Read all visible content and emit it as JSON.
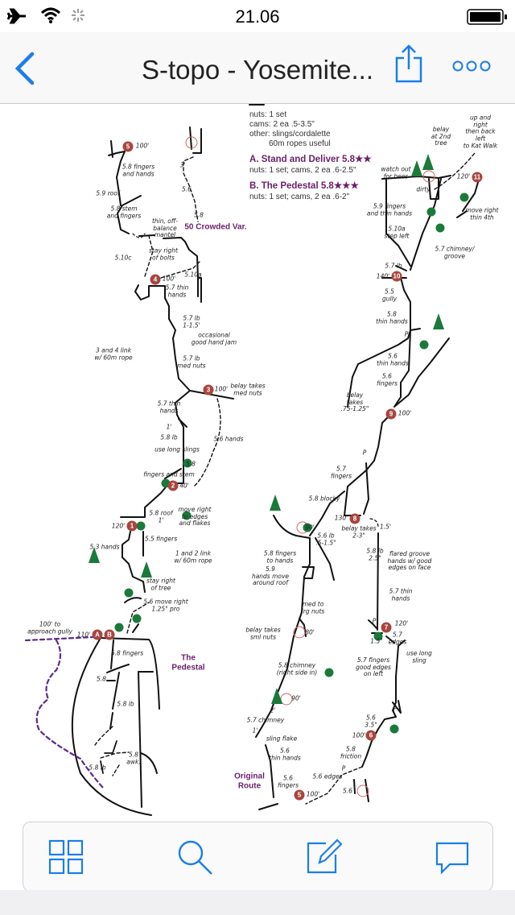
{
  "status_bar": {
    "time": "21.06"
  },
  "nav": {
    "title": "S-topo - Yosemite..."
  },
  "gear": {
    "lines": [
      "nuts: 1 set",
      "cams: 2 ea .5-3.5\"",
      "other: slings/cordalette",
      "60m ropes useful"
    ],
    "route_a": {
      "title": "A. Stand and Deliver 5.8★★",
      "gear": "nuts: 1 set; cams, 2 ea .6-2.5\""
    },
    "route_b": {
      "title": "B. The Pedestal 5.8★★★",
      "gear": "nuts: 1 set; cams, 2 ea .6-2\""
    }
  },
  "colors": {
    "accent": "#1a7ee8",
    "route_title": "#6b1e6b",
    "belay_badge": "#a8453f",
    "tree": "#1a7a3a",
    "approach": "#5b2a8e"
  },
  "topo": {
    "labels": [
      "100'",
      "5.8 fingers\nand hands",
      "5.9 roof",
      "5.8 stem\nand fingers",
      "thin, off-\nbalance\nmantel",
      "3'",
      "5.6",
      "5.8",
      "5.10c",
      "stay right\nof bolts",
      "100'",
      "5.10a",
      "5.7 thin\nhands",
      "5.7 lb\n1-1.5'",
      "occasional\ngood hand jam",
      "3 and 4 link\nw/ 60m rope",
      "5.7 lb\nmed nuts",
      "100'",
      "belay takes\nmed nuts",
      "5.7 thin\nhands",
      "1'",
      "5.8 lb",
      "use long slings",
      "5.6 hands",
      "5.8",
      "fingers and stem",
      "40'",
      "5.8 roof\n1'",
      "move right\nto edges\nand flakes",
      "120'",
      "5.5 fingers",
      "5.3 hands",
      "1 and 2 link\nw/ 60m rope",
      "stay right\nof tree",
      "5.6 move right\n1.25\" pro",
      "100' to\napproach gully",
      "110'",
      "5.8 fingers",
      "5.8",
      "5.8 lb",
      "5.8\nawk.",
      "5.8 lb",
      "belay\nat 2nd\ntree",
      "up and right\nthen back left\nto Kat Walk",
      "watch out\nfor bees",
      "120'",
      "dirty",
      "5.9 fingers\nand thin hands",
      "move right\nthin 4th",
      "5.10a\nstep left",
      "5.7 chimney/\ngroove",
      "5.7 lb",
      "140'",
      "5.5\ngully",
      "5.8\nthin hands",
      "P",
      "5.6\nthin hands",
      "5.6\nfingers",
      "belay\ntakes\n.75-1.25\"",
      "100'",
      "P",
      "5.7\nfingers",
      "5.8 blocky",
      "130'",
      "belay takes\n2-3\"",
      "1.5'",
      "90'",
      "5.6 lb\n.5-1.5\"",
      "5.8 lb\n2.5\"",
      "flared groove\nhands w/ good\nedges on face",
      "5.8 fingers\nto hands",
      "5.9\nhands move\naround roof",
      "5.7 thin\nhands",
      "med to\nlrg nuts",
      "P",
      "120'",
      "5.7\nedges",
      "1.5\"",
      "belay takes\nsml nuts",
      "80'",
      "use long\nsling",
      "5.7 fingers\ngood edges\non left",
      "5.8 chimney\n(right side in)",
      "90'",
      "2'",
      "P",
      "5.7   chimney",
      "5.6\n3.5\"",
      "100'",
      "1'",
      "sling flake",
      "5.6\nthin hands",
      "5.8\nfriction",
      "5.6 edges",
      "5.6\nfingers",
      "P",
      "100'",
      "5.6"
    ],
    "route_names": [
      "50 Crowded Var.",
      "The\nPedestal",
      "Original\nRoute"
    ],
    "belays": [
      "5",
      "4",
      "3",
      "2",
      "1",
      "A",
      "B",
      "11",
      "10",
      "9",
      "8",
      "7",
      "6",
      "5"
    ]
  },
  "toolbar": {
    "icons": [
      "grid-icon",
      "search-icon",
      "edit-icon",
      "comment-icon"
    ]
  }
}
